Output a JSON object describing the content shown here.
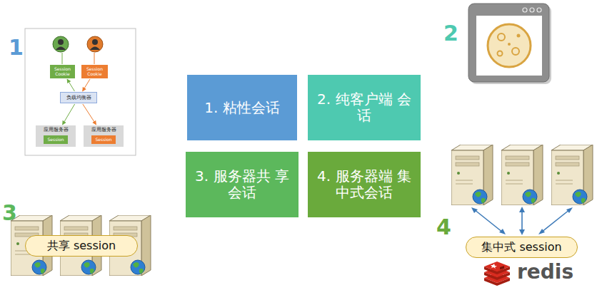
{
  "diagram": {
    "nodes": [
      {
        "text": [
          "Session Cookie"
        ]
      },
      {
        "text": [
          "Session Cookie"
        ]
      },
      {
        "text": [
          "负载均衡器"
        ]
      },
      {
        "text": [
          "应用服务器"
        ]
      },
      {
        "text": [
          "Session"
        ],
        "in": 3
      },
      {
        "text": [
          "应用服务器"
        ]
      },
      {
        "text": [
          "Session"
        ],
        "in": 5
      },
      {
        "text": [
          "1. 粘性会话"
        ]
      },
      {
        "text": [
          "2. 纯客户端 会话"
        ]
      },
      {
        "text": [
          "3. 服务器共 享会话"
        ]
      },
      {
        "text": [
          "4. 服务器端 集中式会话"
        ]
      },
      {
        "text": [
          "共享 session"
        ]
      },
      {
        "text": [
          "集中式 session"
        ]
      }
    ],
    "edges": [
      {
        "from": 2,
        "to": 0,
        "arrow": "to"
      },
      {
        "from": 1,
        "to": 2,
        "arrow": "to"
      },
      {
        "from": 2,
        "to": 3,
        "arrow": "to"
      },
      {
        "from": 2,
        "to": 5,
        "arrow": "to"
      }
    ],
    "labels": [
      "1",
      "2",
      "3",
      "4",
      "redis"
    ]
  }
}
